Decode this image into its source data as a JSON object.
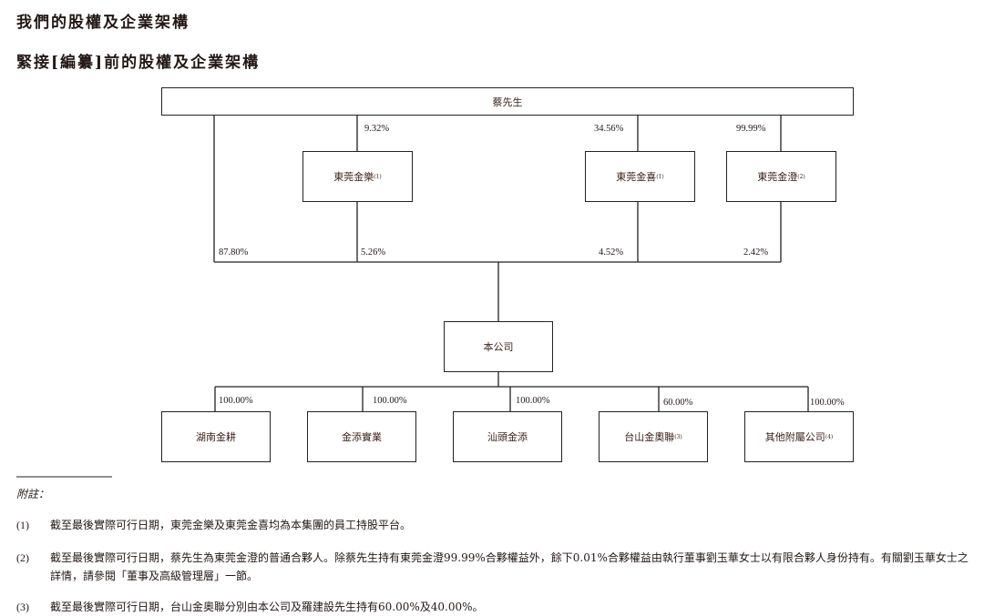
{
  "title": "我們的股權及企業架構",
  "subtitle": "緊接[編纂]前的股權及企業架構",
  "chart": {
    "top": "蔡先生",
    "mid": [
      {
        "name": "東莞金樂",
        "note": "(1)",
        "pct_in": "9.32%",
        "pct_out": "5.26%"
      },
      {
        "name": "東莞金喜",
        "note": "(1)",
        "pct_in": "34.56%",
        "pct_out": "4.52%"
      },
      {
        "name": "東莞金澄",
        "note": "(2)",
        "pct_in": "99.99%",
        "pct_out": "2.42%"
      }
    ],
    "direct_pct": "87.80%",
    "company": "本公司",
    "subs": [
      {
        "name": "湖南金耕",
        "note": "",
        "pct": "100.00%"
      },
      {
        "name": "金添實業",
        "note": "",
        "pct": "100.00%"
      },
      {
        "name": "汕頭金添",
        "note": "",
        "pct": "100.00%"
      },
      {
        "name": "台山金奧聯",
        "note": "(3)",
        "pct": "60.00%"
      },
      {
        "name": "其他附屬公司",
        "note": "(4)",
        "pct": "100.00%"
      }
    ]
  },
  "notes": {
    "heading": "附註：",
    "items": [
      {
        "num": "(1)",
        "text": "截至最後實際可行日期，東莞金樂及東莞金喜均為本集團的員工持股平台。"
      },
      {
        "num": "(2)",
        "text": "截至最後實際可行日期，蔡先生為東莞金澄的普通合夥人。除蔡先生持有東莞金澄99.99%合夥權益外，餘下0.01%合夥權益由執行董事劉玉華女士以有限合夥人身份持有。有關劉玉華女士之詳情，請參閱「董事及高級管理層」一節。"
      },
      {
        "num": "(3)",
        "text": "截至最後實際可行日期，台山金奧聯分別由本公司及羅建設先生持有60.00%及40.00%。"
      }
    ]
  }
}
